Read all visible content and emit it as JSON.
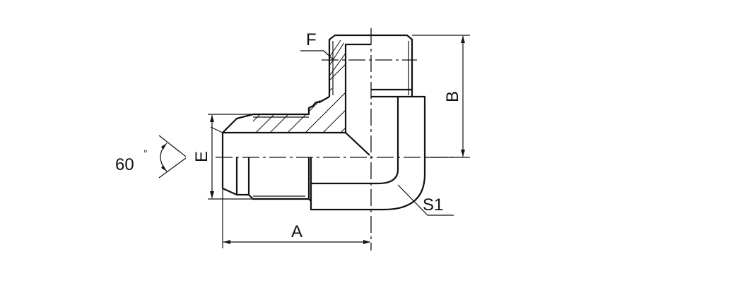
{
  "labels": {
    "F": "F",
    "B": "B",
    "E": "E",
    "A": "A",
    "S1": "S1",
    "angle": "60",
    "degree": "°"
  },
  "colors": {
    "line": "#111111",
    "background": "#ffffff"
  }
}
